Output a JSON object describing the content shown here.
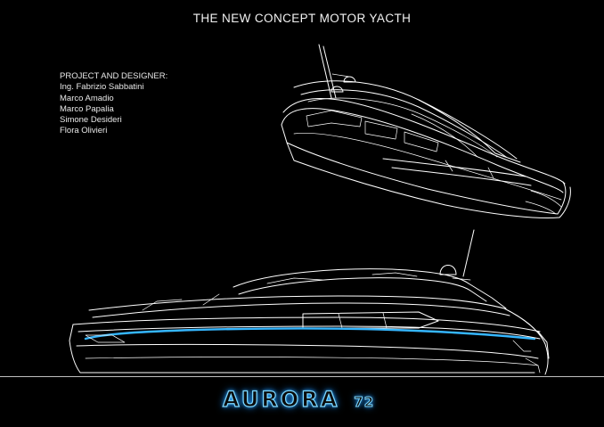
{
  "header": {
    "title": "THE NEW CONCEPT MOTOR YACTH"
  },
  "credits": {
    "heading": "PROJECT AND DESIGNER:",
    "names": [
      "Ing. Fabrizio Sabbatini",
      "Marco Amadio",
      "Marco Papalia",
      "Simone Desideri",
      "Flora Olivieri"
    ]
  },
  "logo": {
    "name": "AURORA",
    "number": "72"
  },
  "colors": {
    "background": "#000000",
    "line": "#ffffff",
    "accent": "#35b6ff"
  },
  "illustrations": {
    "top": "yacht-perspective-view-icon",
    "bottom": "yacht-side-view-icon"
  }
}
